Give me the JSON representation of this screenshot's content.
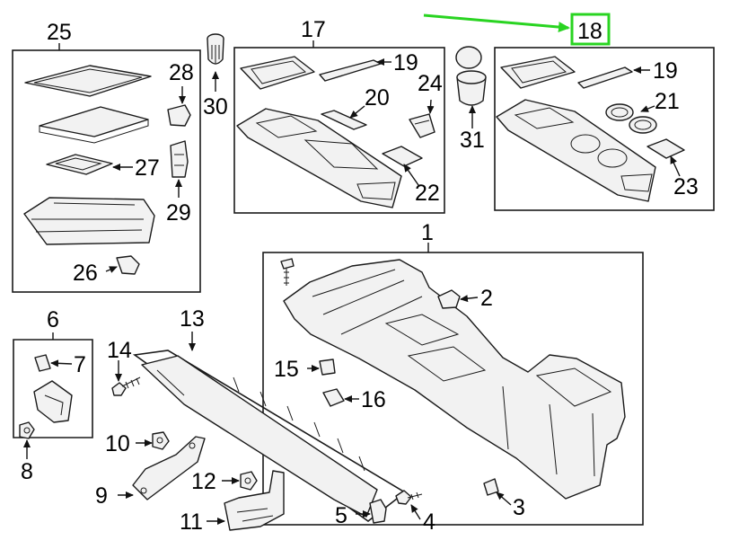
{
  "callouts": {
    "c1": "1",
    "c2": "2",
    "c3": "3",
    "c4": "4",
    "c5": "5",
    "c6": "6",
    "c7": "7",
    "c8": "8",
    "c9": "9",
    "c10": "10",
    "c11": "11",
    "c12": "12",
    "c13": "13",
    "c14": "14",
    "c15": "15",
    "c16": "16",
    "c17": "17",
    "c18": "18",
    "c19a": "19",
    "c19b": "19",
    "c20": "20",
    "c21": "21",
    "c22": "22",
    "c23": "23",
    "c24": "24",
    "c25": "25",
    "c26": "26",
    "c27": "27",
    "c28": "28",
    "c29": "29",
    "c30": "30",
    "c31": "31"
  },
  "highlight": {
    "target_callout": "18",
    "color": "#29d421"
  },
  "colors": {
    "line": "#1a1a1a",
    "part_fill": "#f2f2f2",
    "background": "#ffffff"
  }
}
